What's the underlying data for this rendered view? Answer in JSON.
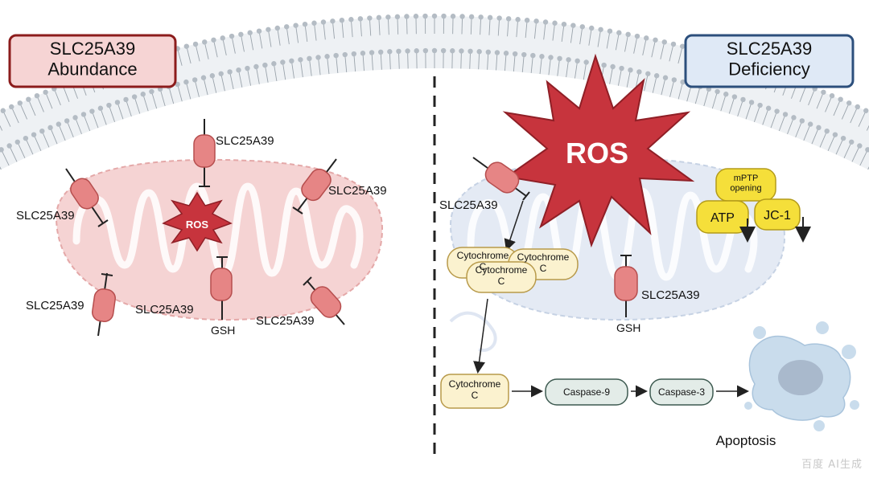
{
  "panels": {
    "left_title": "SLC25A39\nAbundance",
    "right_title": "SLC25A39\nDeficiency"
  },
  "labels": {
    "transporter": "SLC25A39",
    "ros": "ROS",
    "gsh": "GSH",
    "mptp": "mPTP\nopening",
    "atp": "ATP",
    "jc1": "JC-1",
    "cytochrome_c": "Cytochrome\nC",
    "caspase9": "Caspase-9",
    "caspase3": "Caspase-3",
    "apoptosis": "Apoptosis"
  },
  "colors": {
    "left_title_fill": "#f6d4d4",
    "left_title_stroke": "#8c1c1c",
    "right_title_fill": "#dfe9f6",
    "right_title_stroke": "#2c4f7c",
    "ros_fill": "#c7343d",
    "mito_left": "#f5d3d3",
    "mito_right": "#dfe6f2",
    "channel": "#e68585",
    "yellow_box": "#f5df3a",
    "cyto_box": "#fbf2cf",
    "caspase_box": "#e3ece8"
  },
  "watermark": "百度 AI生成"
}
